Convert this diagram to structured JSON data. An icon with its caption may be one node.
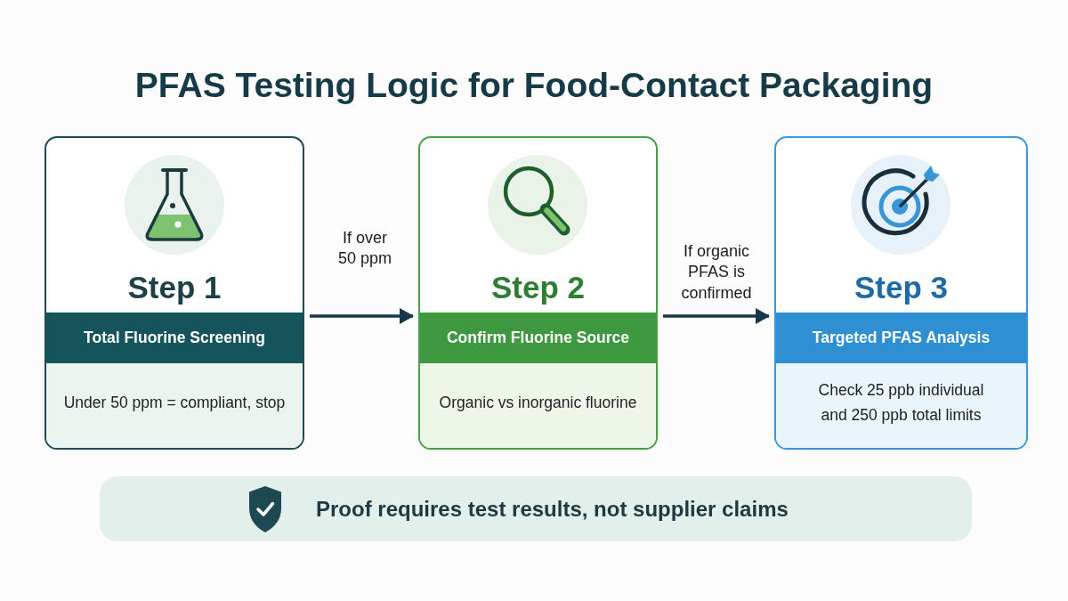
{
  "diagram": {
    "title": "PFAS Testing Logic for Food-Contact Packaging",
    "nodes": [
      {
        "text": [
          "Step 1",
          "Total Fluorine Screening",
          "Under 50 ppm = compliant, stop"
        ]
      },
      {
        "text": [
          "Step 2",
          "Confirm Fluorine Source",
          "Organic vs inorganic fluorine"
        ]
      },
      {
        "text": [
          "Step 3",
          "Targeted PFAS Analysis",
          "Check 25 ppb individual and 250 ppb total limits"
        ]
      },
      {
        "text": [
          "Proof requires test results, not supplier claims"
        ]
      }
    ],
    "edges": [
      {
        "from": 0,
        "to": 1,
        "arrow": "to",
        "label": "If over 50 ppm"
      },
      {
        "from": 1,
        "to": 2,
        "arrow": "to",
        "label": "If organic PFAS is confirmed"
      }
    ]
  }
}
